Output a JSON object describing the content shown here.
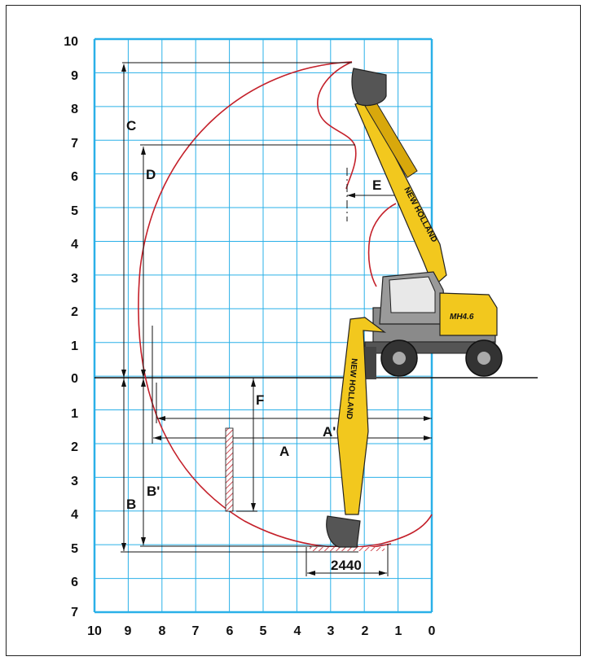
{
  "diagram": {
    "y_ticks_up": [
      "10",
      "9",
      "8",
      "7",
      "6",
      "5",
      "4",
      "3",
      "2",
      "1",
      "0"
    ],
    "y_ticks_down": [
      "1",
      "2",
      "3",
      "4",
      "5",
      "6",
      "7"
    ],
    "x_ticks": [
      "10",
      "9",
      "8",
      "7",
      "6",
      "5",
      "4",
      "3",
      "2",
      "1",
      "0"
    ],
    "dimension_labels": {
      "A": "A",
      "A_prime": "A'",
      "B": "B",
      "B_prime": "B'",
      "C": "C",
      "D": "D",
      "E": "E",
      "F": "F",
      "width": "2440"
    },
    "machine": {
      "boom_text": "NEW HOLLAND",
      "badge_text": "MH4.6"
    },
    "colors": {
      "grid": "#2ab0e8",
      "envelope": "#c4202a",
      "machine_body": "#f2c81e",
      "cab_grey": "#8a8a8a"
    }
  }
}
